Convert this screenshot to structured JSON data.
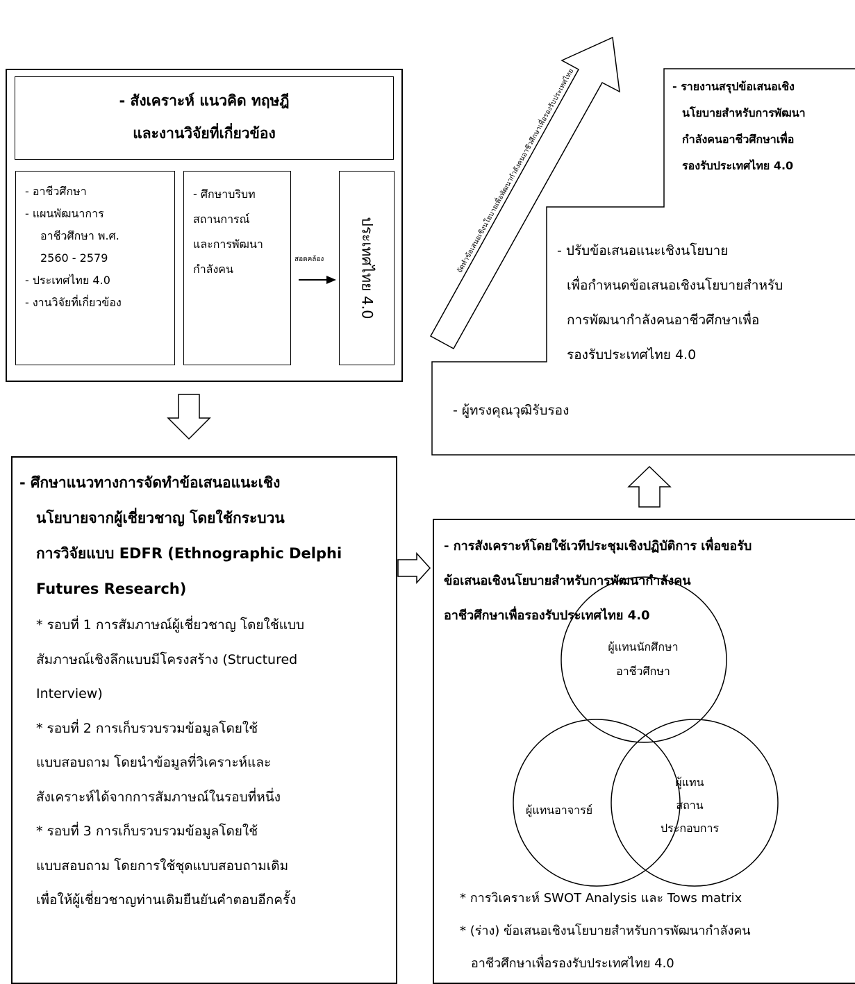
{
  "top_left": {
    "title_line1": "- สังเคราะห์ แนวคิด ทฤษฎี",
    "title_line2": "และงานวิจัยที่เกี่ยวข้อง",
    "col1": [
      "- อาชีวศึกษา",
      "- แผนพัฒนาการ",
      "อาชีวศึกษา พ.ศ.",
      "2560 - 2579",
      "- ประเทศไทย 4.0",
      "- งานวิจัยที่เกี่ยวข้อง"
    ],
    "col2": [
      "- ศึกษาบริบท",
      "สถานการณ์",
      "และการพัฒนา",
      "กำลังคน"
    ],
    "arrow_label": "สอดคล้อง",
    "col3": "ประเทศไทย 4.0"
  },
  "diagonal_arrow_label": "จัดทำข้อเสนอเชิงนโยบายเพื่อพัฒนากำลังคนอาชีวศึกษาเพื่อรองรับประเทศไทย 4.0",
  "top_right": {
    "report_lines": [
      "- รายงานสรุปข้อเสนอเชิง",
      "นโยบายสำหรับการพัฒนา",
      "กำลังคนอาชีวศึกษาเพื่อ",
      "รองรับประเทศไทย 4.0"
    ],
    "adjust_lines": [
      "- ปรับข้อเสนอแนะเชิงนโยบาย",
      "เพื่อกำหนดข้อเสนอเชิงนโยบายสำหรับ",
      "การพัฒนากำลังคนอาชีวศึกษาเพื่อ",
      "รองรับประเทศไทย 4.0"
    ],
    "expert_certify": "- ผู้ทรงคุณวุฒิรับรอง"
  },
  "bottom_left": {
    "heading_lines": [
      "- ศึกษาแนวทางการจัดทำข้อเสนอแนะเชิง",
      "นโยบายจากผู้เชี่ยวชาญ โดยใช้กระบวน",
      "การวิจัยแบบ EDFR (Ethnographic Delphi",
      "Futures Research)"
    ],
    "body_lines": [
      "* รอบที่ 1 การสัมภาษณ์ผู้เชี่ยวชาญ โดยใช้แบบ",
      "สัมภาษณ์เชิงลึกแบบมีโครงสร้าง (Structured",
      "Interview)",
      "* รอบที่ 2 การเก็บรวบรวมข้อมูลโดยใช้",
      "แบบสอบถาม โดยนำข้อมูลที่วิเคราะห์และ",
      "สังเคราะห์ได้จากการสัมภาษณ์ในรอบที่หนึ่ง",
      "* รอบที่ 3 การเก็บรวบรวมข้อมูลโดยใช้",
      "แบบสอบถาม โดยการใช้ชุดแบบสอบถามเดิม",
      "เพื่อให้ผู้เชี่ยวชาญท่านเดิมยืนยันคำตอบอีกครั้ง"
    ]
  },
  "bottom_right": {
    "heading_lines": [
      "- การสังเคราะห์โดยใช้เวทีประชุมเชิงปฏิบัติการ เพื่อขอรับ",
      "ข้อเสนอเชิงนโยบายสำหรับการพัฒนากำลังคน",
      "อาชีวศึกษาเพื่อรองรับประเทศไทย 4.0"
    ],
    "venn": {
      "top_lines": [
        "ผู้แทนนักศึกษา",
        "อาชีวศึกษา"
      ],
      "left": "ผู้แทนอาจารย์",
      "right_lines": [
        "ผู้แทน",
        "สถาน",
        "ประกอบการ"
      ]
    },
    "notes": [
      "* การวิเคราะห์ SWOT Analysis และ Tows matrix",
      "* (ร่าง) ข้อเสนอเชิงนโยบายสำหรับการพัฒนากำลังคน",
      "อาชีวศึกษาเพื่อรองรับประเทศไทย 4.0"
    ]
  }
}
